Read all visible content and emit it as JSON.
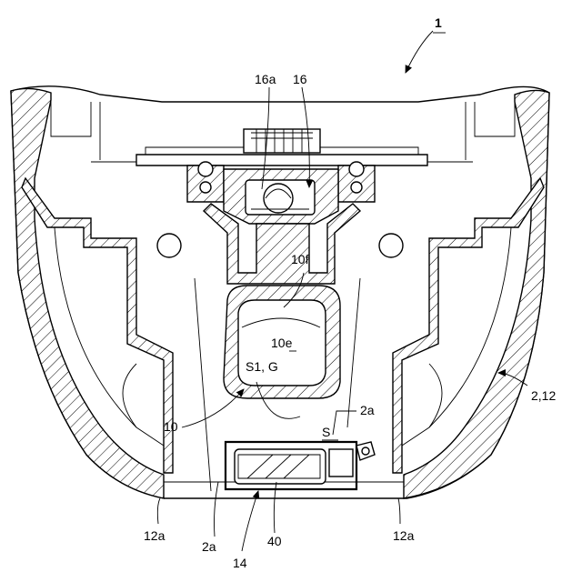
{
  "labels": {
    "fig_ref": "1",
    "ref_16a": "16a",
    "ref_16": "16",
    "ref_10f": "10f",
    "ref_10e": "10e",
    "ref_s1g": "S1, G",
    "ref_2a_right": "2a",
    "ref_10": "10",
    "ref_s": "S",
    "ref_2_12": "2,12",
    "ref_12a_left": "12a",
    "ref_2a_bottom": "2a",
    "ref_40": "40",
    "ref_14": "14",
    "ref_12a_right": "12a"
  }
}
